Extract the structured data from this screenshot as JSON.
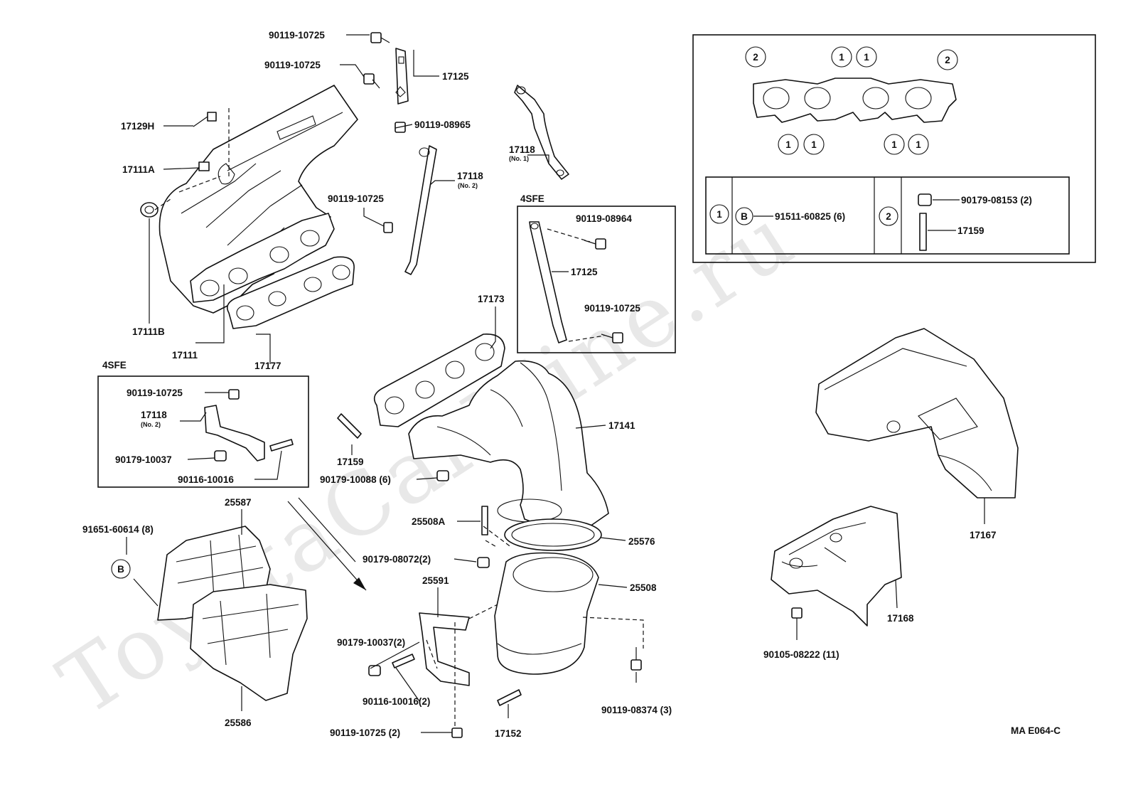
{
  "watermark": "ToyotaCarMine.ru",
  "drawing_code": "MA E064-C",
  "labels": {
    "l_90119_10725_a": "90119-10725",
    "l_90119_10725_b": "90119-10725",
    "l_17125_top": "17125",
    "l_17129H": "17129H",
    "l_90119_08965": "90119-08965",
    "l_17111A": "17111A",
    "l_17118_no1": "17118",
    "l_17118_no1_sub": "(No. 1)",
    "l_17118_no2": "17118",
    "l_17118_no2_sub": "(No. 2)",
    "l_90119_10725_c": "90119-10725",
    "l_4sfe_right": "4SFE",
    "l_90119_08964": "90119-08964",
    "l_17125_mid": "17125",
    "l_90119_10725_d": "90119-10725",
    "l_17111B": "17111B",
    "l_17111": "17111",
    "l_17177": "17177",
    "l_17173": "17173",
    "l_4sfe_left": "4SFE",
    "l_90119_10725_e": "90119-10725",
    "l_17118_no2b": "17118",
    "l_17118_no2b_sub": "(No. 2)",
    "l_90179_10037": "90179-10037",
    "l_90116_10016": "90116-10016",
    "l_17141": "17141",
    "l_17159": "17159",
    "l_90179_10088": "90179-10088 (6)",
    "l_25587": "25587",
    "l_91651_60614": "91651-60614 (8)",
    "l_B_left": "B",
    "l_25508A": "25508A",
    "l_25576": "25576",
    "l_90179_08072": "90179-08072(2)",
    "l_25508": "25508",
    "l_25591": "25591",
    "l_90179_10037_2": "90179-10037(2)",
    "l_90116_10016_2": "90116-10016(2)",
    "l_90119_08374": "90119-08374 (3)",
    "l_90119_10725_2": "90119-10725 (2)",
    "l_17152": "17152",
    "l_25586": "25586",
    "l_17167": "17167",
    "l_17168": "17168",
    "l_90105_08222": "90105-08222 (11)"
  },
  "inset": {
    "circle_1": "1",
    "circle_2": "2",
    "circle_B": "B",
    "bolt_1": "91511-60825 (6)",
    "nut_2": "90179-08153 (2)",
    "stud_2": "17159"
  }
}
